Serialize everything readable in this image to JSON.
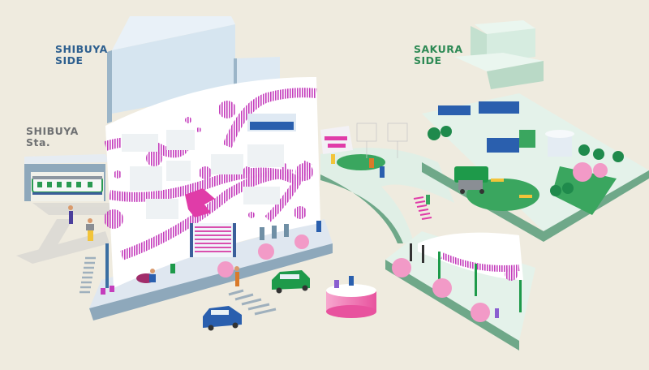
{
  "labels": {
    "shibuya_side": [
      "SHIBUYA",
      "SIDE"
    ],
    "sakura_side": [
      "SAKURA",
      "SIDE"
    ],
    "shibuya_station": [
      "SHIBUYA",
      "Sta."
    ]
  },
  "colors": {
    "background": "#efebdf",
    "shibuya_side_text": "#2d5f8f",
    "sakura_side_text": "#2e8a55",
    "station_text": "#6f7173",
    "magenta_accent": "#c43dbc",
    "pink_accent": "#e8529e",
    "cherry_blossom": "#f29ac7",
    "tree_green": "#1f8a4c",
    "lawn_green": "#3aa65f",
    "building_blue": "#dbe8f3",
    "building_mint": "#ddf0e5",
    "car_green": "#1e9a4a",
    "car_blue": "#2a5fae"
  },
  "scene": {
    "zones": [
      "Shibuya Station",
      "Shibuya Side building",
      "Bridge park",
      "Sakura Side plaza",
      "Lower terrace",
      "Round stage"
    ],
    "vehicles": [
      "green-car",
      "blue-car",
      "green-truck"
    ]
  }
}
